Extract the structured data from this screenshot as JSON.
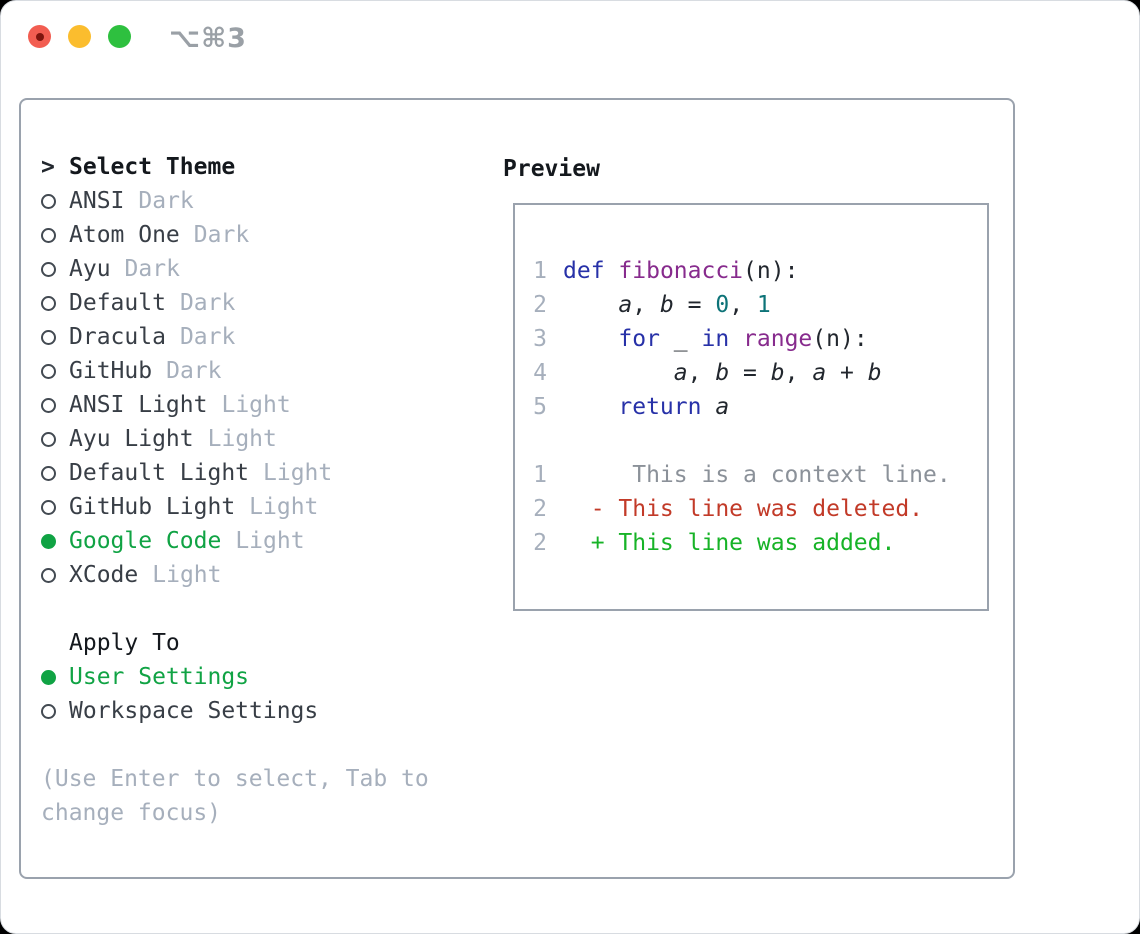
{
  "window": {
    "title": "⌥⌘3"
  },
  "titlebar": {
    "buttons": [
      {
        "name": "close",
        "color": "#f25d51"
      },
      {
        "name": "minimize",
        "color": "#fbbd2e"
      },
      {
        "name": "zoom",
        "color": "#2ec03f"
      }
    ]
  },
  "theme_panel": {
    "cursor": ">",
    "header": "Select Theme",
    "themes": [
      {
        "name": "ANSI",
        "variant": "Dark",
        "selected": false
      },
      {
        "name": "Atom One",
        "variant": "Dark",
        "selected": false
      },
      {
        "name": "Ayu",
        "variant": "Dark",
        "selected": false
      },
      {
        "name": "Default",
        "variant": "Dark",
        "selected": false
      },
      {
        "name": "Dracula",
        "variant": "Dark",
        "selected": false
      },
      {
        "name": "GitHub",
        "variant": "Dark",
        "selected": false
      },
      {
        "name": "ANSI Light",
        "variant": "Light",
        "selected": false
      },
      {
        "name": "Ayu Light",
        "variant": "Light",
        "selected": false
      },
      {
        "name": "Default Light",
        "variant": "Light",
        "selected": false
      },
      {
        "name": "GitHub Light",
        "variant": "Light",
        "selected": false
      },
      {
        "name": "Google Code",
        "variant": "Light",
        "selected": true
      },
      {
        "name": "XCode",
        "variant": "Light",
        "selected": false
      }
    ],
    "apply_header": "Apply To",
    "targets": [
      {
        "name": "User Settings",
        "selected": true
      },
      {
        "name": "Workspace Settings",
        "selected": false
      }
    ],
    "hint": "(Use Enter to select, Tab to change focus)"
  },
  "preview": {
    "header": "Preview",
    "lines": [
      {
        "num": "1",
        "tokens": [
          {
            "c": "kw",
            "t": "def"
          },
          {
            "c": "pl",
            "t": " "
          },
          {
            "c": "fn",
            "t": "fibonacci"
          },
          {
            "c": "pl",
            "t": "(n):"
          }
        ]
      },
      {
        "num": "2",
        "tokens": [
          {
            "c": "pl",
            "t": "    "
          },
          {
            "c": "var",
            "t": "a"
          },
          {
            "c": "pl",
            "t": ", "
          },
          {
            "c": "var",
            "t": "b"
          },
          {
            "c": "pl",
            "t": " = "
          },
          {
            "c": "num",
            "t": "0"
          },
          {
            "c": "pl",
            "t": ", "
          },
          {
            "c": "num",
            "t": "1"
          }
        ]
      },
      {
        "num": "3",
        "tokens": [
          {
            "c": "pl",
            "t": "    "
          },
          {
            "c": "kw",
            "t": "for"
          },
          {
            "c": "pl",
            "t": " _ "
          },
          {
            "c": "kw",
            "t": "in"
          },
          {
            "c": "pl",
            "t": " "
          },
          {
            "c": "fn",
            "t": "range"
          },
          {
            "c": "pl",
            "t": "(n):"
          }
        ]
      },
      {
        "num": "4",
        "tokens": [
          {
            "c": "pl",
            "t": "        "
          },
          {
            "c": "var",
            "t": "a"
          },
          {
            "c": "pl",
            "t": ", "
          },
          {
            "c": "var",
            "t": "b"
          },
          {
            "c": "pl",
            "t": " = "
          },
          {
            "c": "var",
            "t": "b"
          },
          {
            "c": "pl",
            "t": ", "
          },
          {
            "c": "var",
            "t": "a"
          },
          {
            "c": "pl",
            "t": " + "
          },
          {
            "c": "var",
            "t": "b"
          }
        ]
      },
      {
        "num": "5",
        "tokens": [
          {
            "c": "pl",
            "t": "    "
          },
          {
            "c": "kw",
            "t": "return"
          },
          {
            "c": "pl",
            "t": " "
          },
          {
            "c": "var",
            "t": "a"
          }
        ]
      },
      {
        "num": "",
        "tokens": []
      },
      {
        "num": "1",
        "tokens": [
          {
            "c": "ctx",
            "t": "     This is a context line."
          }
        ]
      },
      {
        "num": "2",
        "tokens": [
          {
            "c": "del",
            "t": "  - This line was deleted."
          }
        ]
      },
      {
        "num": "2",
        "tokens": [
          {
            "c": "add",
            "t": "  + This line was added."
          }
        ]
      }
    ]
  },
  "colors": {
    "selection_green": "#10a344",
    "muted_gray": "#a6afbc",
    "text_dark": "#383e46",
    "border_gray": "#9aa2ad",
    "keyword_blue": "#2731a8",
    "function_purple": "#872b8d",
    "number_teal": "#0d7378",
    "context_gray": "#8b9199",
    "deleted_red": "#c23a28",
    "added_green": "#17b327"
  }
}
